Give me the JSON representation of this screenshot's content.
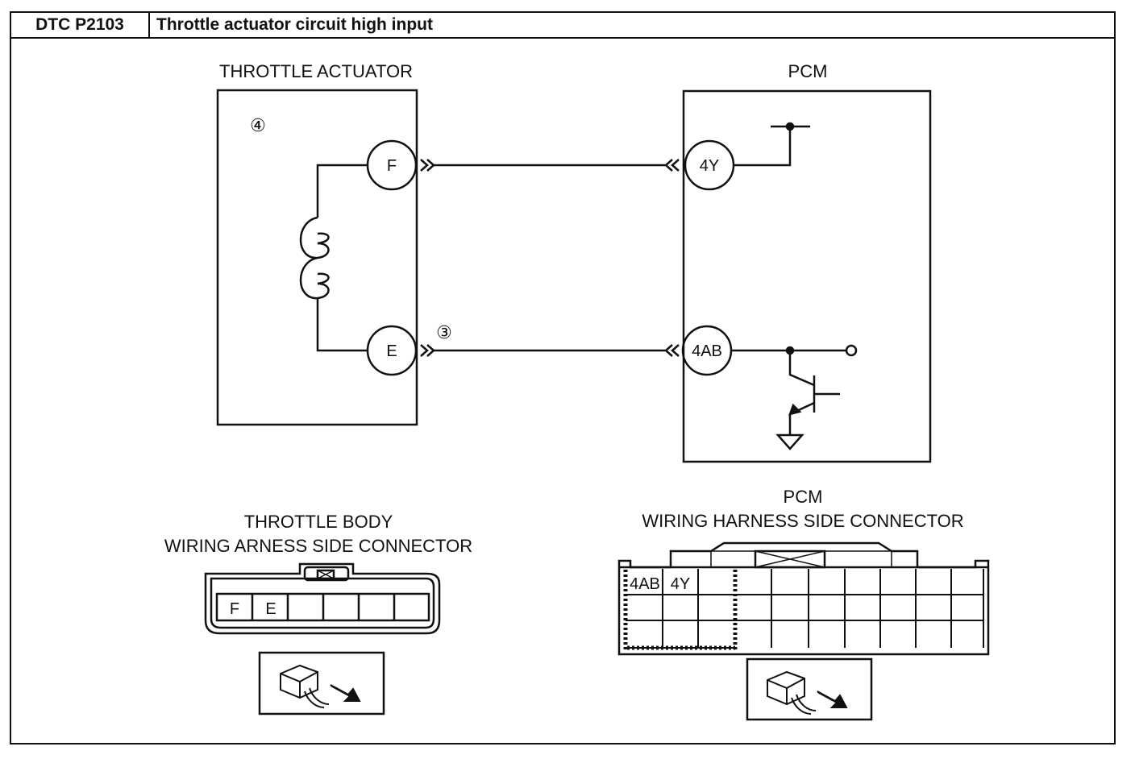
{
  "header": {
    "code": "DTC P2103",
    "title": "Throttle actuator circuit high input"
  },
  "actuator": {
    "title": "THROTTLE ACTUATOR",
    "ref": "④",
    "pin_f": "F",
    "pin_e": "E",
    "wire_ref": "③"
  },
  "pcm": {
    "title": "PCM",
    "pin_4y": "4Y",
    "pin_4ab": "4AB"
  },
  "tb_connector": {
    "title_line1": "THROTTLE BODY",
    "title_line2": "WIRING ARNESS SIDE CONNECTOR",
    "cells": [
      "F",
      "E",
      "",
      "",
      "",
      ""
    ]
  },
  "pcm_connector": {
    "title_line1": "PCM",
    "title_line2": "WIRING HARNESS SIDE CONNECTOR",
    "cell_4ab": "4AB",
    "cell_4y": "4Y"
  },
  "colors": {
    "line": "#111111",
    "background": "#ffffff"
  }
}
